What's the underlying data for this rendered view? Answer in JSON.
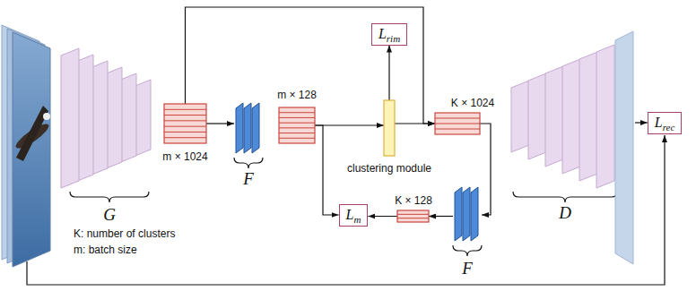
{
  "diagram": {
    "nodes": [
      {
        "text": [
          "G"
        ]
      },
      {
        "text": [
          "m × 1024"
        ]
      },
      {
        "text": [
          "F"
        ]
      },
      {
        "text": [
          "m × 128"
        ]
      },
      {
        "text": [
          "Lrim"
        ]
      },
      {
        "text": [
          "clustering module"
        ]
      },
      {
        "text": [
          "K × 1024"
        ]
      },
      {
        "text": [
          "D"
        ]
      },
      {
        "text": [
          "Lrec"
        ]
      },
      {
        "text": [
          "Lm"
        ]
      },
      {
        "text": [
          "K × 128"
        ]
      },
      {
        "text": [
          "F"
        ]
      }
    ],
    "edges": [
      {
        "from": 1,
        "to": 2,
        "arrow": "to"
      },
      {
        "from": 3,
        "to": 5,
        "arrow": "to"
      },
      {
        "from": 3,
        "to": 9,
        "arrow": "to"
      },
      {
        "from": 5,
        "to": 4,
        "arrow": "to"
      },
      {
        "from": 5,
        "to": 6,
        "arrow": "to"
      },
      {
        "from": 1,
        "to": 6,
        "arrow": "to"
      },
      {
        "from": 6,
        "to": 11,
        "arrow": "to"
      },
      {
        "from": 11,
        "to": 10,
        "arrow": "to"
      },
      {
        "from": 10,
        "to": 9,
        "arrow": "to"
      },
      {
        "from": 7,
        "to": 8,
        "arrow": "to"
      }
    ],
    "labels": [
      "K: number of clusters",
      "m: batch size"
    ]
  }
}
